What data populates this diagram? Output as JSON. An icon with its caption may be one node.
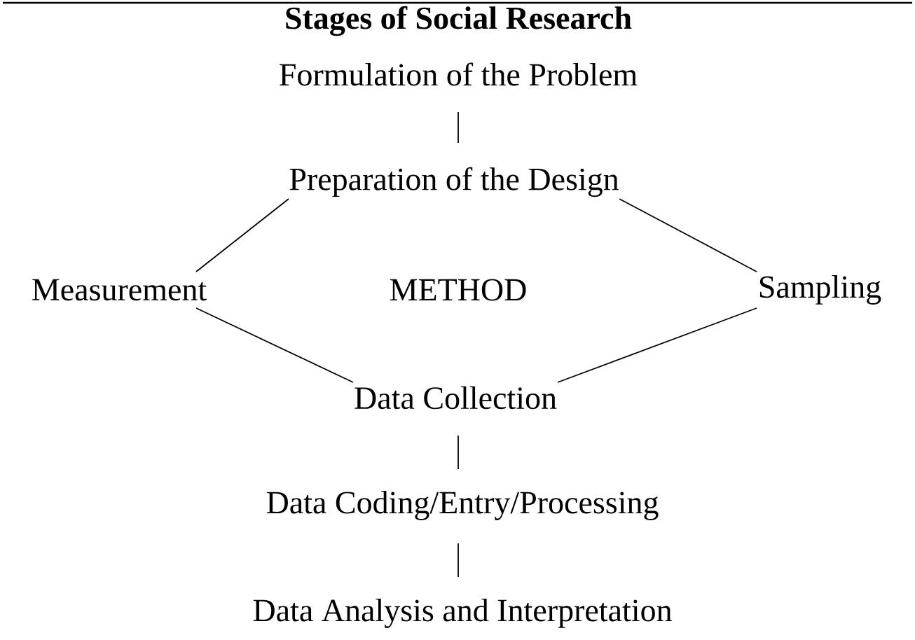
{
  "diagram": {
    "title": "Stages of Social Research",
    "nodes": [
      {
        "text": [
          "Formulation of the Problem"
        ]
      },
      {
        "text": [
          "Preparation of the Design"
        ]
      },
      {
        "text": [
          "Measurement"
        ]
      },
      {
        "text": [
          "Sampling"
        ]
      },
      {
        "text": [
          "Data Collection"
        ]
      },
      {
        "text": [
          "Data Coding/Entry/Processing"
        ]
      },
      {
        "text": [
          "Data Analysis and Interpretation"
        ]
      }
    ],
    "edges": [
      {
        "from": 0,
        "to": 1,
        "arrow": "none"
      },
      {
        "from": 1,
        "to": 2,
        "arrow": "none"
      },
      {
        "from": 1,
        "to": 3,
        "arrow": "none"
      },
      {
        "from": 2,
        "to": 4,
        "arrow": "none"
      },
      {
        "from": 3,
        "to": 4,
        "arrow": "none"
      },
      {
        "from": 4,
        "to": 5,
        "arrow": "none"
      },
      {
        "from": 5,
        "to": 6,
        "arrow": "none"
      }
    ],
    "labels": [
      "METHOD"
    ]
  }
}
